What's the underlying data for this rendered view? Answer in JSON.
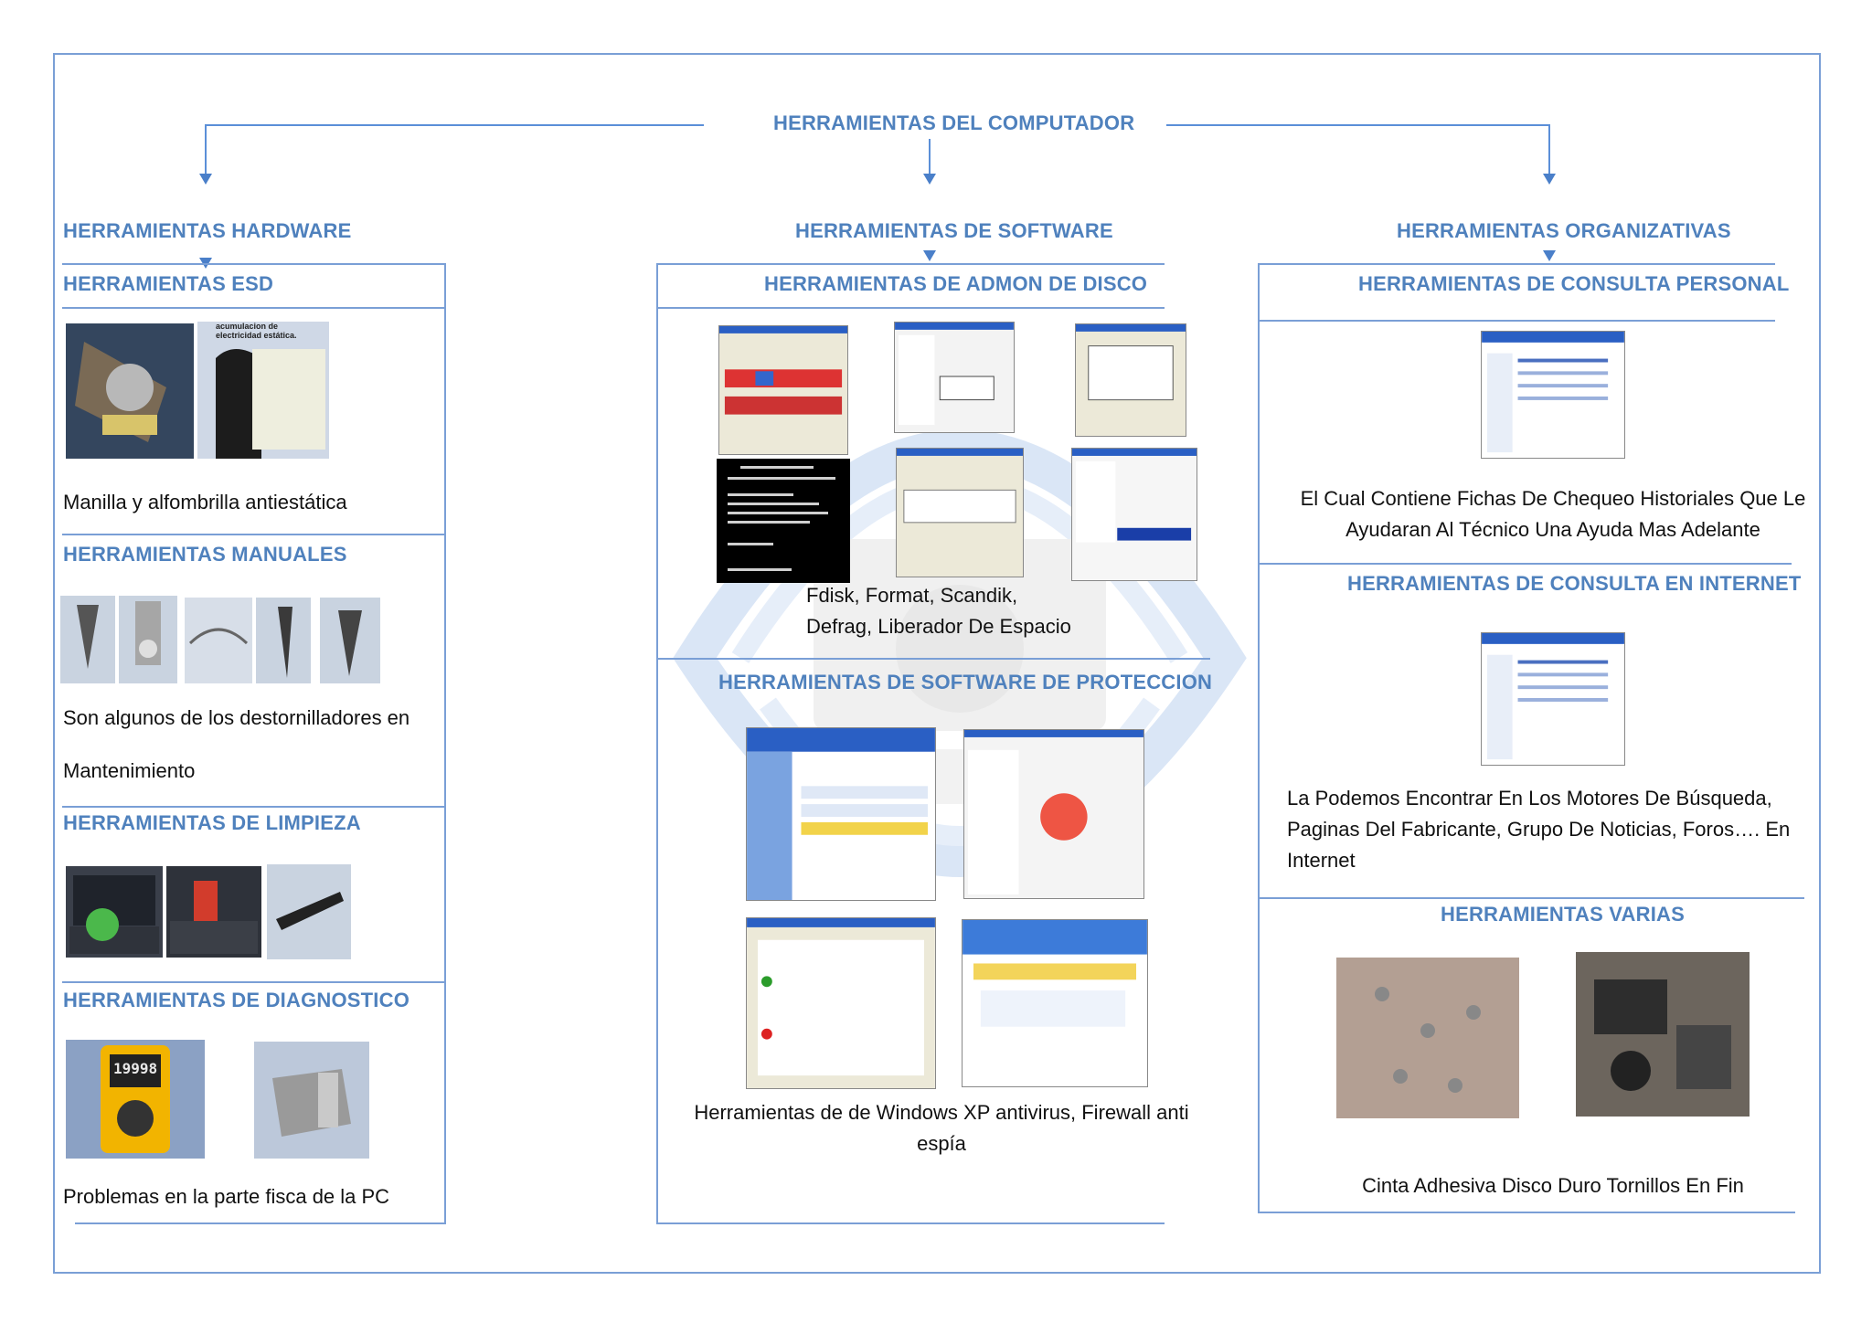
{
  "root": {
    "title": "HERRAMIENTAS DEL COMPUTADOR"
  },
  "columns": {
    "hardware": {
      "title": "HERRAMIENTAS HARDWARE",
      "sections": [
        {
          "title": "HERRAMIENTAS ESD",
          "caption": "Manilla y alfombrilla antiestática",
          "image_overlay": "acumulacion de electricidad estática."
        },
        {
          "title": "HERRAMIENTAS MANUALES",
          "caption_line1": "Son algunos de los destornilladores en",
          "caption_line2": "Mantenimiento"
        },
        {
          "title": "HERRAMIENTAS DE LIMPIEZA"
        },
        {
          "title": "HERRAMIENTAS DE DIAGNOSTICO",
          "caption": "Problemas  en la parte fisca de la PC",
          "meter_reading": "19998"
        }
      ]
    },
    "software": {
      "title": "HERRAMIENTAS DE SOFTWARE",
      "sections": [
        {
          "title": "HERRAMIENTAS DE ADMON DE DISCO",
          "caption_line1": "Fdisk, Format, Scandik,",
          "caption_line2": "Defrag,  Liberador De Espacio"
        },
        {
          "title": "HERRAMIENTAS DE SOFTWARE DE PROTECCION",
          "caption_line1": "Herramientas de de Windows XP  antivirus, Firewall  anti",
          "caption_line2": "espía"
        }
      ]
    },
    "organizativas": {
      "title": "HERRAMIENTAS ORGANIZATIVAS",
      "sections": [
        {
          "title": "HERRAMIENTAS DE CONSULTA PERSONAL",
          "caption_line1": "El Cual Contiene Fichas De Chequeo Historiales  Que Le",
          "caption_line2": "Ayudaran Al Técnico  Una Ayuda Mas Adelante"
        },
        {
          "title": "HERRAMIENTAS DE CONSULTA EN INTERNET",
          "caption_line1": "La Podemos Encontrar En Los Motores De Búsqueda,",
          "caption_line2": "Paginas Del Fabricante, Grupo De Noticias, Foros…. En",
          "caption_line3": "Internet"
        },
        {
          "title": "HERRAMIENTAS VARIAS",
          "caption": "Cinta Adhesiva  Disco Duro Tornillos  En Fin"
        }
      ]
    }
  },
  "colors": {
    "heading": "#4f81bd",
    "line": "#5b8fd8",
    "frame": "#7a9fd6",
    "text": "#111111"
  }
}
